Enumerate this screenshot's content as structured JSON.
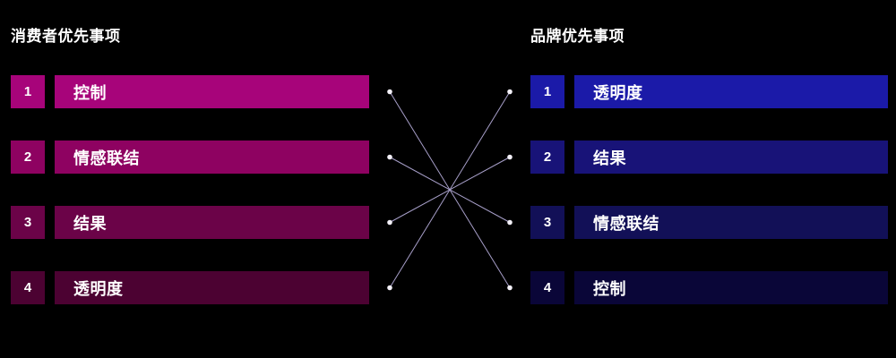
{
  "background": "#000000",
  "text_color": "#FFFFFF",
  "left": {
    "title": "消费者优先事项",
    "items": [
      {
        "rank": "1",
        "label": "控制",
        "color": "#A7047A"
      },
      {
        "rank": "2",
        "label": "情感联结",
        "color": "#8E0261"
      },
      {
        "rank": "3",
        "label": "结果",
        "color": "#6B0348"
      },
      {
        "rank": "4",
        "label": "透明度",
        "color": "#4C0232"
      }
    ]
  },
  "right": {
    "title": "品牌优先事项",
    "items": [
      {
        "rank": "1",
        "label": "透明度",
        "color": "#1B1AA8"
      },
      {
        "rank": "2",
        "label": "结果",
        "color": "#181378"
      },
      {
        "rank": "3",
        "label": "情感联结",
        "color": "#121057"
      },
      {
        "rank": "4",
        "label": "控制",
        "color": "#0A0638"
      }
    ]
  },
  "connector": {
    "line_color": "#A79FC9",
    "dot_color": "#F3F0F8",
    "mappings": [
      {
        "left_rank": 1,
        "right_rank": 4,
        "label": "控制"
      },
      {
        "left_rank": 2,
        "right_rank": 3,
        "label": "情感联结"
      },
      {
        "left_rank": 3,
        "right_rank": 2,
        "label": "结果"
      },
      {
        "left_rank": 4,
        "right_rank": 1,
        "label": "透明度"
      }
    ]
  }
}
